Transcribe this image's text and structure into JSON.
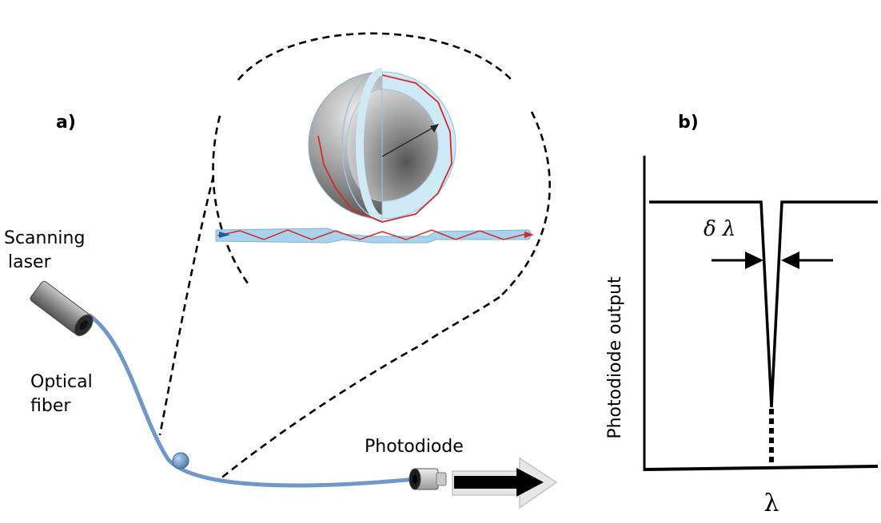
{
  "panel_a": {
    "label": "a)",
    "laser_label_line1": "Scanning",
    "laser_label_line2": "laser",
    "fiber_label_line1": "Optical",
    "fiber_label_line2": "fiber",
    "photodiode_label": "Photodiode"
  },
  "panel_b": {
    "label": "b)",
    "y_axis_label": "Photodiode  output",
    "x_axis_label": "λ",
    "linewidth_label": "δ λ"
  },
  "colors": {
    "fiber": "#6f97c8",
    "resonator": "#bcdff0",
    "light_path": "#d12a2a",
    "ink": "#000000"
  }
}
